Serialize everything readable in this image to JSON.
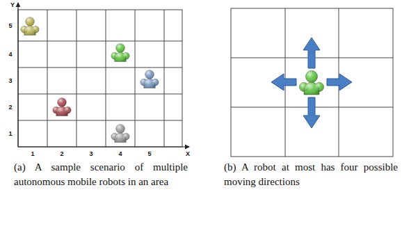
{
  "diagram": {
    "labels": [
      "Y",
      "5",
      "4",
      "3",
      "2",
      "1",
      "1",
      "2",
      "3",
      "4",
      "5",
      "X",
      "(a) A sample scenario of multiple autonomous mobile robots in an area",
      "(b) A robot at most has four possible moving directions"
    ]
  }
}
